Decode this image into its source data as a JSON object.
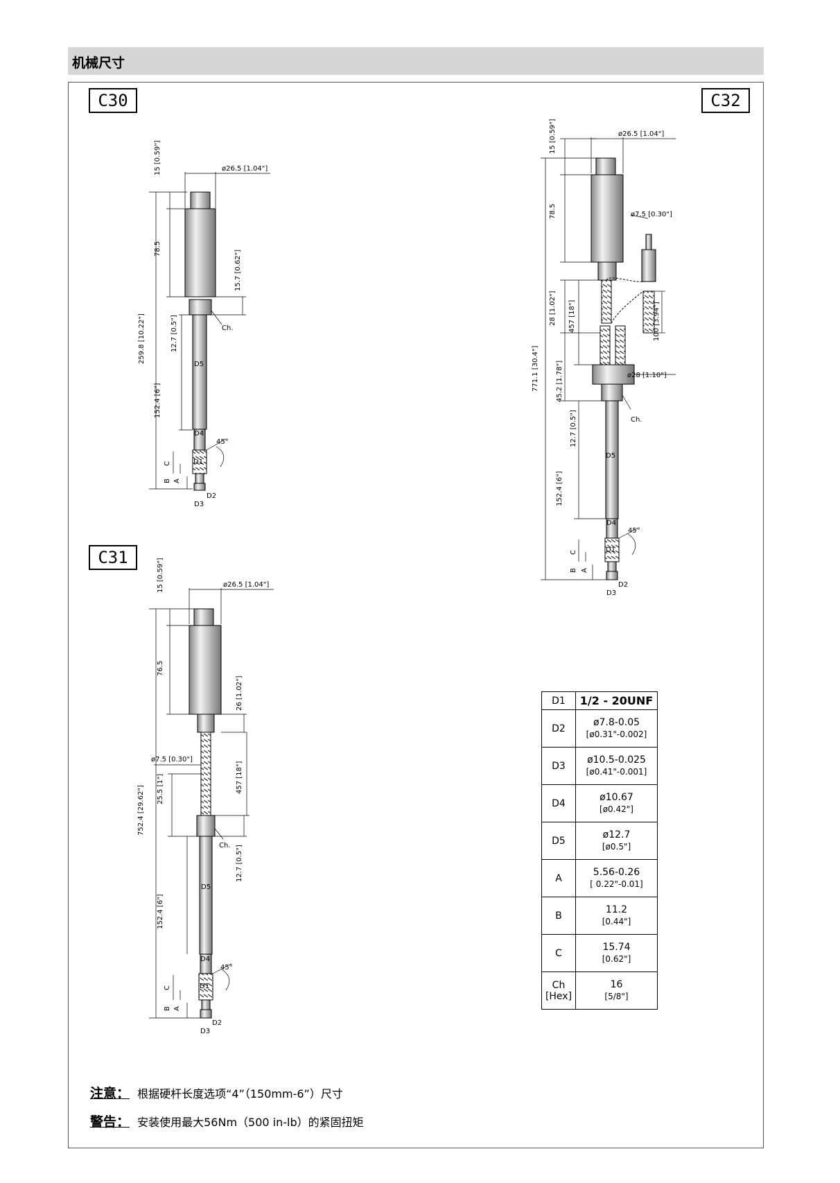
{
  "section_title": "机械尺寸",
  "models": {
    "c30": "C30",
    "c31": "C31",
    "c32": "C32"
  },
  "c30": {
    "top": "15 [0.59\"]",
    "body_len": "78.5",
    "dia": "ø26.5 [1.04\"]",
    "neck": "15.7 [0.62\"]",
    "total": "259.8 [10.22\"]",
    "stem_top": "12.7 [0.5\"]",
    "rod": "152.4 [6\"]",
    "ch": "Ch.",
    "d5": "D5",
    "d4": "D4",
    "d1": "D1",
    "d2": "D2",
    "d3": "D3",
    "a": "A",
    "b": "B",
    "c": "C",
    "angle": "45°"
  },
  "c31": {
    "top": "15 [0.59\"]",
    "body_len": "76.5",
    "dia": "ø26.5 [1.04\"]",
    "neck": "26 [1.02\"]",
    "cable_dia": "ø7.5 [0.30\"]",
    "hose": "457 [18\"]",
    "seg": "25.5 [1\"]",
    "total": "752.4 [29.62\"]",
    "stem_top": "12.7 [0.5\"]",
    "rod": "152.4 [6\"]",
    "ch": "Ch.",
    "d5": "D5",
    "d4": "D4",
    "d1": "D1",
    "d2": "D2",
    "d3": "D3",
    "a": "A",
    "b": "B",
    "c": "C",
    "angle": "45°"
  },
  "c32": {
    "top": "15 [0.59\"]",
    "body_len": "78.5",
    "dia": "ø26.5 [1.04\"]",
    "cable_dia": "ø7.5 [0.30\"]",
    "neck": "28 [1.02\"]",
    "hose": "457 [18\"]",
    "cable": "100 [3.94\"]",
    "total": "771.1 [30.4\"]",
    "nut_dia": "ø28 [1.10\"]",
    "seg": "45.2 [1.78\"]",
    "stem_top": "12.7 [0.5\"]",
    "rod": "152.4 [6\"]",
    "ch": "Ch.",
    "d5": "D5",
    "d4": "D4",
    "d1": "D1",
    "d2": "D2",
    "d3": "D3",
    "a": "A",
    "b": "B",
    "c": "C",
    "angle": "45°"
  },
  "table": {
    "header": [
      "D1",
      "1/2 - 20UNF"
    ],
    "rows": [
      {
        "key": "D2",
        "l1": "ø7.8-0.05",
        "l2": "[ø0.31\"-0.002]"
      },
      {
        "key": "D3",
        "l1": "ø10.5-0.025",
        "l2": "[ø0.41\"-0.001]"
      },
      {
        "key": "D4",
        "l1": "ø10.67",
        "l2": "[ø0.42\"]"
      },
      {
        "key": "D5",
        "l1": "ø12.7",
        "l2": "[ø0.5\"]"
      },
      {
        "key": "A",
        "l1": "5.56-0.26",
        "l2": "[ 0.22\"-0.01]"
      },
      {
        "key": "B",
        "l1": "11.2",
        "l2": "[0.44\"]"
      },
      {
        "key": "C",
        "l1": "15.74",
        "l2": "[0.62\"]"
      },
      {
        "key": "Ch\n[Hex]",
        "l1": "16",
        "l2": "[5/8\"]"
      }
    ]
  },
  "notes": [
    {
      "label": "注意：",
      "text": "根据硬杆长度选项“4”（150mm-6”）尺寸"
    },
    {
      "label": "警告：",
      "text": "安装使用最大56Nm（500 in-lb）的紧固扭矩"
    }
  ]
}
